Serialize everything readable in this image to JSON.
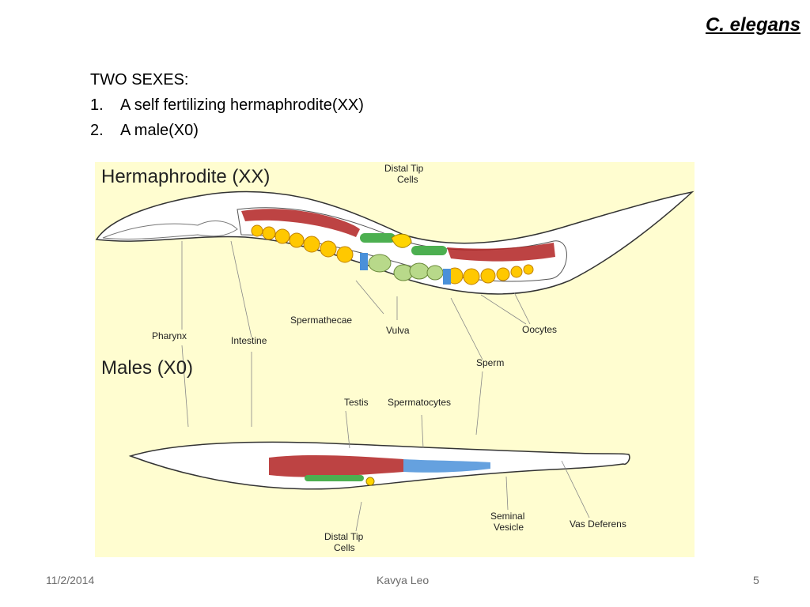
{
  "slide": {
    "title": "C. elegans",
    "heading": "TWO SEXES:",
    "items": [
      {
        "num": "1.",
        "text": "A self fertilizing hermaphrodite(XX)"
      },
      {
        "num": "2.",
        "text": "A male(X0)"
      }
    ]
  },
  "figure": {
    "herm_title": "Hermaphrodite (XX)",
    "male_title": "Males (X0)",
    "labels": {
      "distal_tip_top_1": "Distal Tip",
      "distal_tip_top_2": "Cells",
      "spermathecae": "Spermathecae",
      "vulva": "Vulva",
      "oocytes": "Oocytes",
      "pharynx": "Pharynx",
      "intestine": "Intestine",
      "sperm": "Sperm",
      "testis": "Testis",
      "spermatocytes": "Spermatocytes",
      "seminal_1": "Seminal",
      "seminal_2": "Vesicle",
      "vas_deferens": "Vas Deferens",
      "distal_tip_bottom_1": "Distal Tip",
      "distal_tip_bottom_2": "Cells"
    },
    "colors": {
      "background": "#fffdd0",
      "germ_red": "#b22222",
      "oocyte_yellow": "#ffc800",
      "sperm_green": "#4caf50",
      "spermatocyte_blue": "#4a90d9"
    }
  },
  "footer": {
    "date": "11/2/2014",
    "author": "Kavya Leo",
    "page": "5"
  }
}
